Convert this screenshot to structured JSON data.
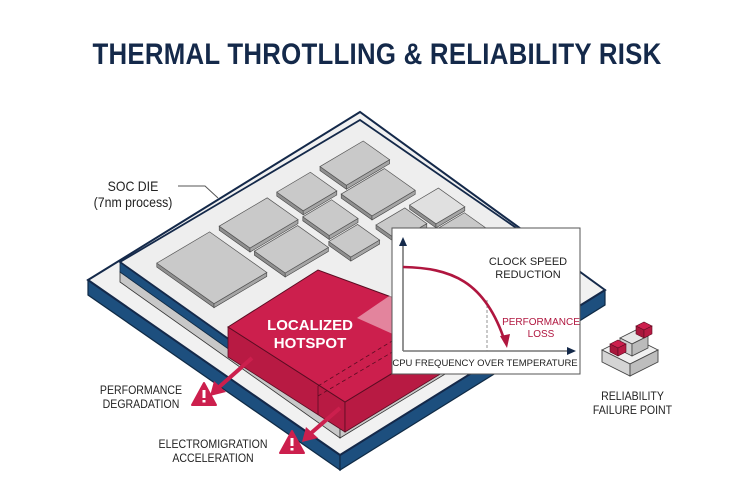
{
  "title": "THERMAL THROTLLING & RELIABILITY RISK",
  "colors": {
    "navy": "#1d4f7e",
    "navy_dark": "#14294a",
    "hotspot": "#cc1f4d",
    "hotspot_side": "#b81a43",
    "die_surface": "#ececec",
    "block_top": "#c9c9c9",
    "graph_curve": "#b0163f",
    "text": "#222222"
  },
  "labels": {
    "soc_die": {
      "line1": "SOC DIE",
      "line2": "(7nm process)"
    },
    "hotspot": {
      "line1": "LOCALIZED",
      "line2": "HOTSPOT"
    },
    "performance_degradation": {
      "line1": "PERFORMANCE",
      "line2": "DEGRADATION"
    },
    "electromigration": {
      "line1": "ELECTROMIGRATION",
      "line2": "ACCELERATION"
    },
    "reliability": {
      "line1": "RELIABILITY",
      "line2": "FAILURE POINT"
    }
  },
  "inset_graph": {
    "annotation": {
      "line1": "CLOCK SPEED",
      "line2": "REDUCTION"
    },
    "loss_label": {
      "line1": "PERFORMANCE",
      "line2": "LOSS"
    },
    "xlabel": "CPU FREQUENCY OVER TEMPERATURE"
  },
  "icons": {
    "warning": "warning-triangle-icon",
    "failure_block": "failure-cube-icon"
  }
}
